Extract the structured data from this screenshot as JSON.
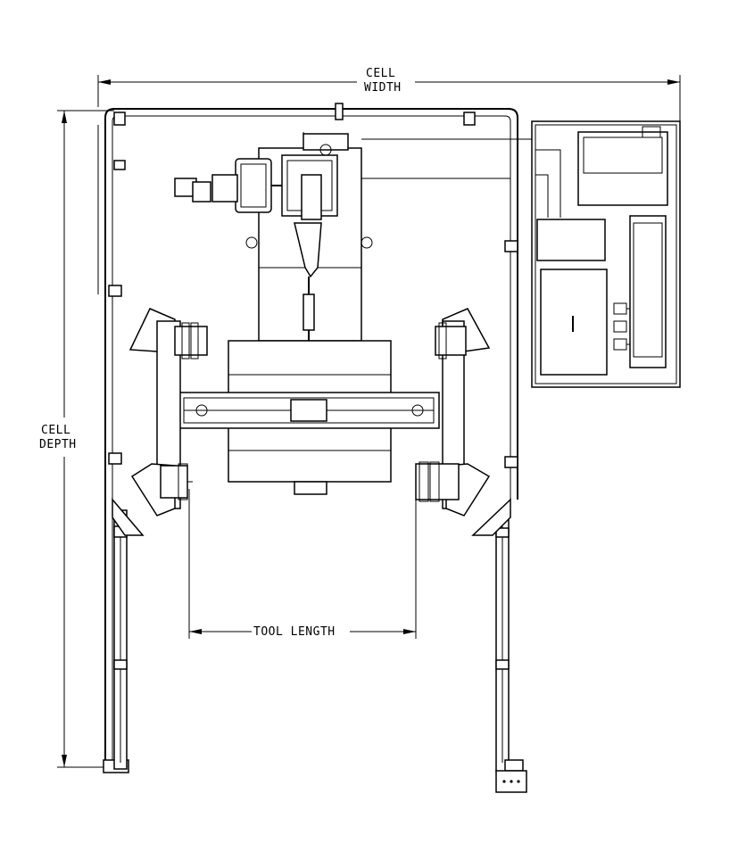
{
  "labels": {
    "cell_width_line1": "CELL",
    "cell_width_line2": "WIDTH",
    "cell_depth_line1": "CELL",
    "cell_depth_line2": "DEPTH",
    "tool_length": "TOOL LENGTH"
  },
  "colors": {
    "ink": "#000000",
    "paper": "#ffffff"
  }
}
